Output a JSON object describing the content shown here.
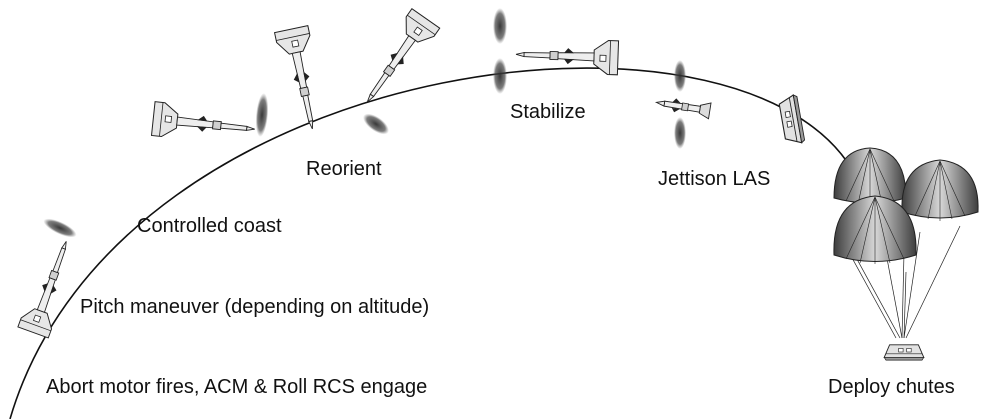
{
  "diagram": {
    "stages": [
      {
        "id": "abort",
        "label": "Abort motor fires, ACM & Roll RCS engage"
      },
      {
        "id": "pitch",
        "label": "Pitch maneuver (depending on altitude)"
      },
      {
        "id": "coast",
        "label": "Controlled coast"
      },
      {
        "id": "reorient",
        "label": "Reorient"
      },
      {
        "id": "stabilize",
        "label": "Stabilize"
      },
      {
        "id": "jettison",
        "label": "Jettison LAS"
      },
      {
        "id": "chutes",
        "label": "Deploy chutes"
      }
    ],
    "colors": {
      "trajectory": "#111111",
      "hardware_fill": "#e6e6e6",
      "hardware_stroke": "#222222",
      "plume": "#3a3a3a",
      "canopy_dark": "#4a4a4a",
      "canopy_light": "#d8d8d8"
    }
  }
}
